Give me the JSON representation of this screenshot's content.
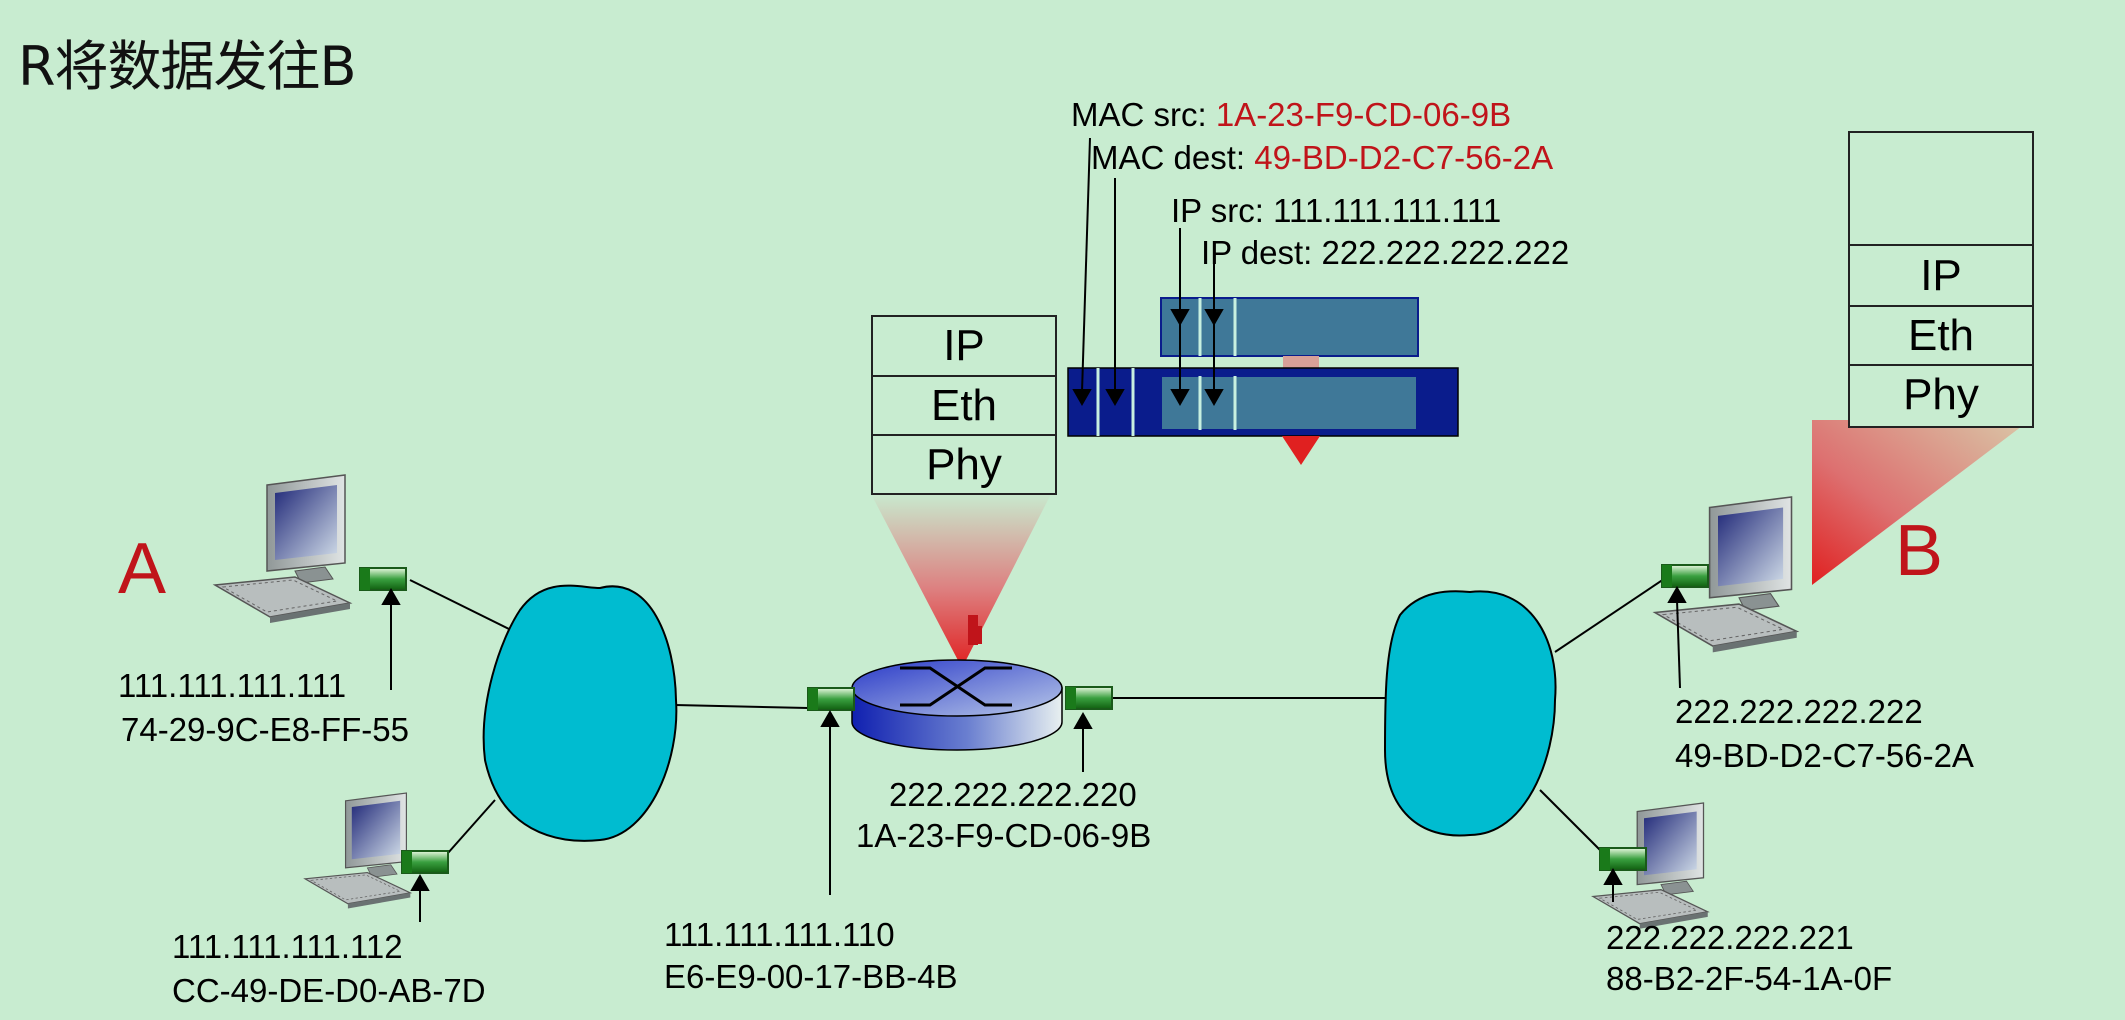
{
  "title": "R将数据发往B",
  "hosts": {
    "A": {
      "label": "A",
      "ip": "111.111.111.111",
      "mac": "74-29-9C-E8-FF-55"
    },
    "A2": {
      "ip": "111.111.111.112",
      "mac": "CC-49-DE-D0-AB-7D"
    },
    "B": {
      "label": "B",
      "ip": "222.222.222.222",
      "mac": "49-BD-D2-C7-56-2A"
    },
    "B2": {
      "ip": "222.222.222.221",
      "mac": "88-B2-2F-54-1A-0F"
    }
  },
  "router": {
    "left_if": {
      "ip": "111.111.111.110",
      "mac": "E6-E9-00-17-BB-4B"
    },
    "right_if": {
      "ip": "222.222.222.220",
      "mac": "1A-23-F9-CD-06-9B"
    }
  },
  "headers": {
    "mac_src_label": "MAC src: ",
    "mac_src_value": "1A-23-F9-CD-06-9B",
    "mac_dest_label": "MAC dest: ",
    "mac_dest_value": "49-BD-D2-C7-56-2A",
    "ip_src": "IP src: 111.111.111.111",
    "ip_dest": "IP dest: 222.222.222.222"
  },
  "stacks": {
    "router": [
      "IP",
      "Eth",
      "Phy"
    ],
    "B": [
      "IP",
      "Eth",
      "Phy"
    ]
  },
  "colors": {
    "background": "#c8ecd0",
    "accent_red": "#c0141a",
    "cloud": "#00bcd0",
    "frame_dark": "#0a1c8c",
    "frame_inner": "#3f7898"
  }
}
